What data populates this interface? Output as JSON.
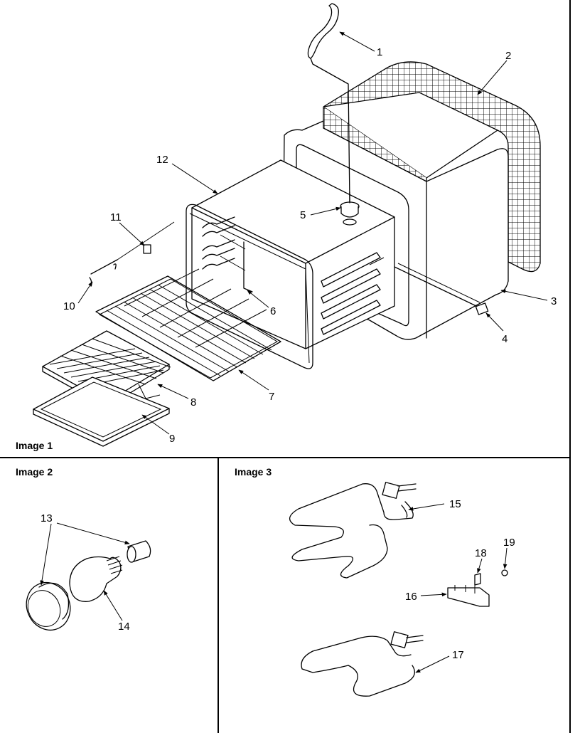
{
  "panels": [
    {
      "label": "Image 1"
    },
    {
      "label": "Image 2"
    },
    {
      "label": "Image 3"
    }
  ],
  "callouts": [
    "1",
    "2",
    "3",
    "4",
    "5",
    "6",
    "7",
    "8",
    "9",
    "10",
    "11",
    "12",
    "13",
    "14",
    "15",
    "16",
    "17",
    "18",
    "19"
  ]
}
